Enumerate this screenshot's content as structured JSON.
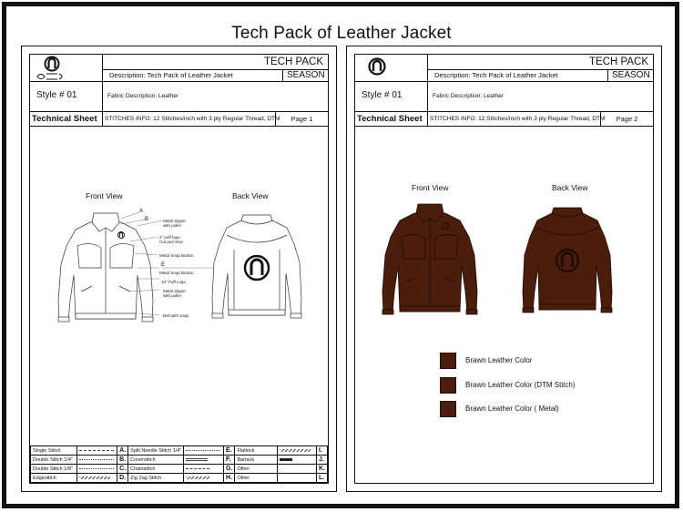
{
  "main_title": "Tech Pack of Leather Jacket",
  "colors": {
    "leather": "#4a1d0c",
    "frame": "#111111"
  },
  "header": {
    "techpack": "TECH PACK",
    "description": "Description: Tech Pack of  Leather Jacket",
    "season": "SEASON",
    "style": "Style # 01",
    "fabric": "Fabric Description: Leather",
    "technical_sheet": "Technical Sheet",
    "stitches_info": "STITCHES INFO:  12 Stitches/inch with 3 ply Regular Thread, DTM"
  },
  "page1": {
    "page_label": "Page 1",
    "front_view": "Front View",
    "back_view": "Back View",
    "tags": [
      "A",
      "B",
      "E"
    ],
    "callouts": [
      "Metal Zipper\nwith puller",
      "2\" puff logo.\nCut and Sew",
      "Metal Snap Button.",
      "Metal Snap Button.",
      "10\" Puff Logo",
      "Metal Zipper\nwith puller",
      "Belt with snap"
    ],
    "stitch_table": [
      [
        "Single Stitch",
        "A.",
        "Split Needle Stitch 1/4\"",
        "E.",
        "Flatlock",
        "I."
      ],
      [
        "Double Stitch 1/4\"",
        "B.",
        "Coverstitch",
        "F.",
        "Bartack",
        "J."
      ],
      [
        "Double Stitch 1/8\"",
        "C.",
        "Chainstitch",
        "G.",
        "Other",
        "K."
      ],
      [
        "Edgestitch",
        "D.",
        "Zig Zag Stitch",
        "H.",
        "Other",
        "L."
      ]
    ]
  },
  "page2": {
    "page_label": "Page 2",
    "front_view": "Front View",
    "back_view": "Back View",
    "swatches": [
      "Brawn Leather Color",
      "Brawn Leather Color (DTM Stitch)",
      "Brawn Leather Color ( Metal)"
    ]
  }
}
